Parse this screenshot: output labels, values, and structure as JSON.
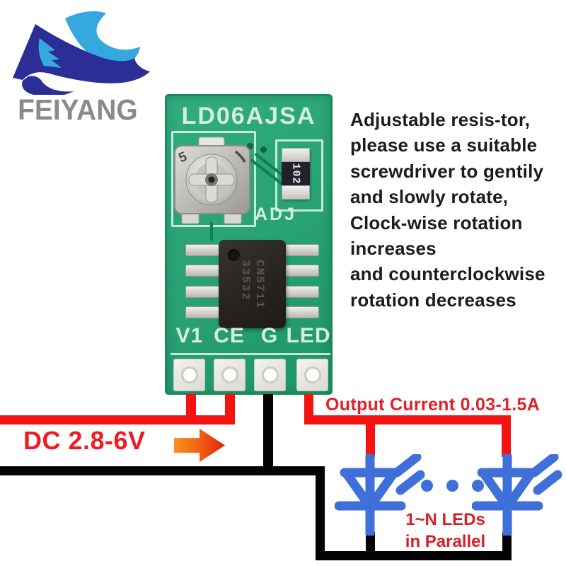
{
  "brand": {
    "name": "FEIYANG"
  },
  "board": {
    "title": "LD06AJSA",
    "adj_label": "ADJ",
    "resistor_code": "102",
    "pot_marking": "5",
    "chip_marking_line1": "CN5711",
    "chip_marking_line2": "33532",
    "pin_labels": [
      "V1",
      "CE",
      "G",
      "LED"
    ]
  },
  "instructions": {
    "lines": [
      "Adjustable resis-tor,",
      "please use a suitable",
      "screwdriver to gentily",
      "and slowly rotate,",
      "Clock-wise rotation",
      "increases",
      "and counterclockwise",
      "rotation decreases"
    ]
  },
  "wiring": {
    "input_label": "DC 2.8-6V",
    "output_label": "Output Current 0.03-1.5A",
    "led_note_line1": "1~N LEDs",
    "led_note_line2": "in Parallel"
  },
  "colors": {
    "wire_red": "#f31313",
    "wire_black": "#040404",
    "led_blue": "#3f6fd8",
    "annotation_red": "#e0212a",
    "pcb_green": "#28a173",
    "silkscreen": "#d3eee1",
    "logo_navy": "#2b2e95",
    "logo_lightblue": "#35a8e0",
    "brand_gray": "#8a8a8a"
  }
}
